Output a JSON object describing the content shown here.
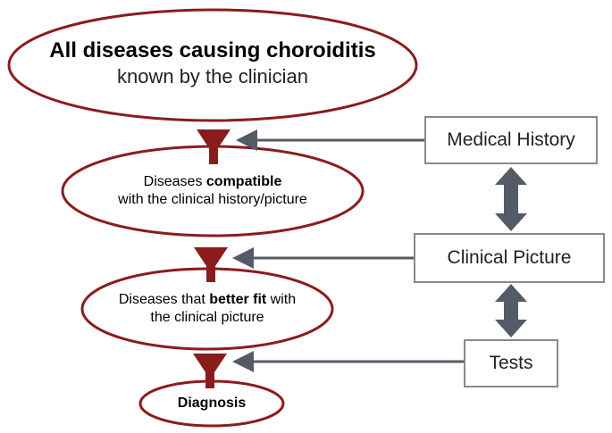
{
  "nodes": {
    "all": {
      "bold": "All diseases causing choroiditis",
      "normal": "known by the clinician"
    },
    "compatible": {
      "pre": "Diseases ",
      "bold": "compatible",
      "line2": "with the clinical history/picture"
    },
    "better": {
      "pre": "Diseases that ",
      "bold": "better fit",
      "post": " with",
      "line2": "the clinical picture"
    },
    "diagnosis": {
      "bold": "Diagnosis"
    }
  },
  "sources": {
    "medical_history": "Medical History",
    "clinical_picture": "Clinical Picture",
    "tests": "Tests"
  },
  "colors": {
    "ellipse_stroke": "#8b1c1c",
    "funnel": "#8b1c1c",
    "arrow": "#555b66",
    "box_border": "#8a8a8a"
  }
}
